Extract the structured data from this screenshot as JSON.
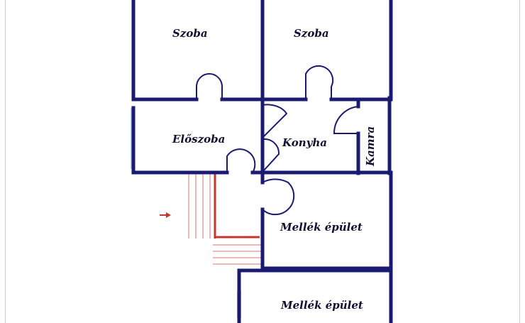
{
  "colors": {
    "wall": "#1a1a70",
    "stair": "#c0392b",
    "stair_light": "#e8a0a0",
    "window": "#bcd0e8",
    "label": "#101030"
  },
  "rooms": {
    "szoba_left": "Szoba",
    "szoba_right": "Szoba",
    "eloszoba": "Előszoba",
    "konyha": "Konyha",
    "kamra": "Kamra",
    "mellek_1": "Mellék épület",
    "mellek_2": "Mellék épület"
  },
  "entrance_icon": "arrow-right-icon"
}
